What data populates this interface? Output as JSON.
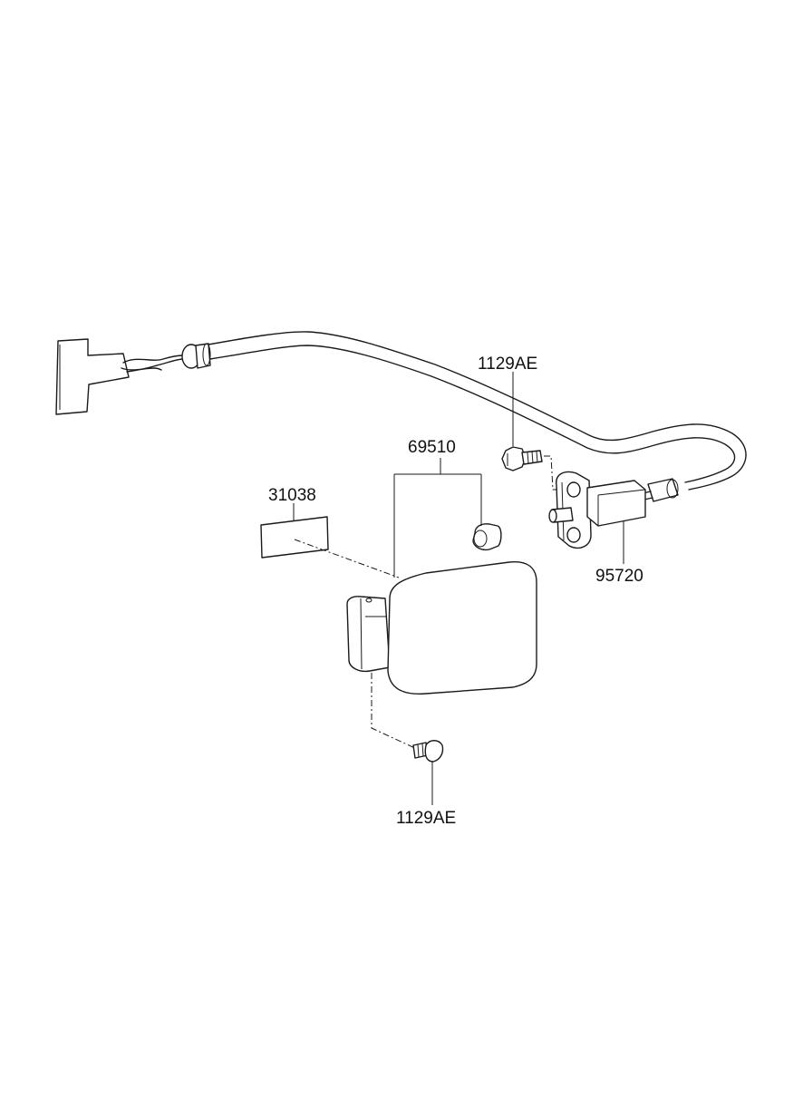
{
  "diagram": {
    "parts": [
      {
        "id": "cable_bolt",
        "number": "1129AE",
        "description": "bolt (cable latch)"
      },
      {
        "id": "fuel_door",
        "number": "69510",
        "description": "fuel filler door assembly"
      },
      {
        "id": "label",
        "number": "31038",
        "description": "label"
      },
      {
        "id": "latch_actuator",
        "number": "95720",
        "description": "fuel door latch actuator"
      },
      {
        "id": "door_bolt",
        "number": "1129AE",
        "description": "bolt (filler door)"
      }
    ],
    "icons": [
      "release-cable",
      "connector",
      "bolt",
      "rubber-bumper",
      "latch-plate",
      "label-plate",
      "hinge-block"
    ]
  }
}
